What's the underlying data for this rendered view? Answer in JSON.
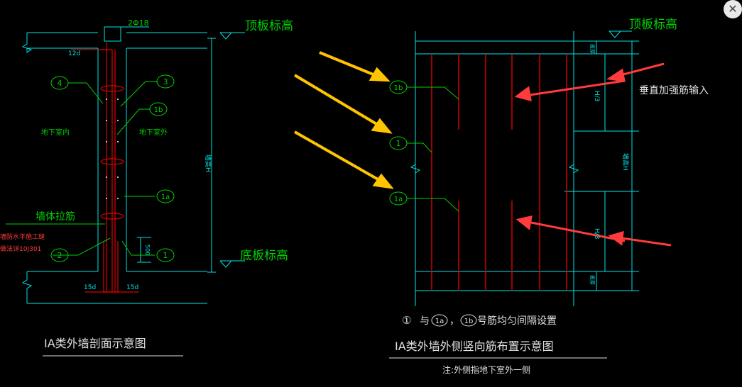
{
  "colors": {
    "background": "#000000",
    "cyan": "#00e5e5",
    "green": "#00d000",
    "red": "#e00000",
    "white": "#e0e0e0",
    "yellow": "#ffc400",
    "annotation_red": "#ff3b3b"
  },
  "left": {
    "top_rebar": "2Φ18",
    "top_level": "顶板标高",
    "bottom_level": "底板标高",
    "anchor_12d": "12d",
    "anchor_15d_left": "15d",
    "anchor_15d_right": "15d",
    "interior_label": "地下室内",
    "exterior_label": "地下室外",
    "wall_height": "墙高H",
    "tie_label": "墙体拉筋",
    "waterproof_1": "墙防水平施工缝",
    "waterproof_2": "做法详10J301",
    "dim_500": "500",
    "bubble_1": "1",
    "bubble_2": "2",
    "bubble_3": "3",
    "bubble_4": "4",
    "bubble_1a": "1a",
    "bubble_1b": "1b",
    "title": "ⅠA类外墙剖面示意图"
  },
  "right": {
    "top_level": "顶板标高",
    "annotation": "垂直加强筋输入",
    "bubble_1b": "1b",
    "bubble_1": "1",
    "bubble_1a": "1a",
    "h3_top": "H/3",
    "h3_bottom": "H/3",
    "wall_height": "墙高H",
    "plate_top": "板厚",
    "plate_bottom": "板厚",
    "note_1": "①",
    "note_2": "与",
    "note_3": "1a",
    "note_4": "，",
    "note_5": "1b",
    "note_6": "号筋均匀间隔设置",
    "title": "ⅠA类外墙外侧竖向筋布置示意图",
    "footnote": "注:外侧指地下室外一侧"
  },
  "close_button": {
    "icon": "close-icon",
    "glyph": "✕"
  }
}
